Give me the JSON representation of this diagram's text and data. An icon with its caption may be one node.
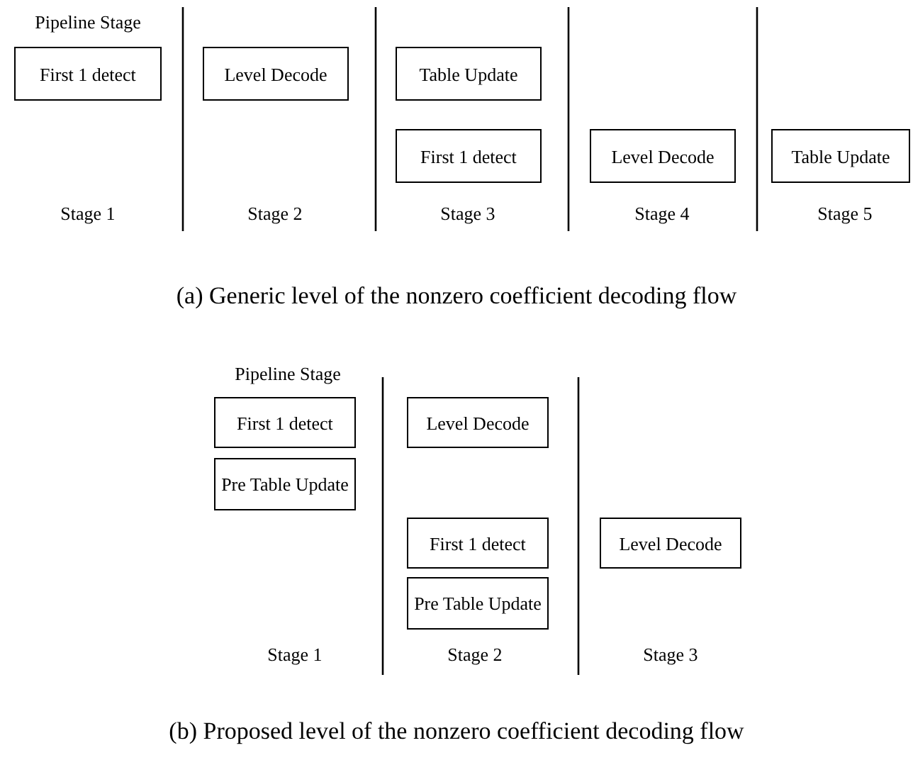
{
  "diagram": {
    "nodes": [
      {
        "text": [
          "First 1 detect"
        ]
      },
      {
        "text": [
          "Level Decode"
        ]
      },
      {
        "text": [
          "Table Update"
        ]
      },
      {
        "text": [
          "First 1 detect"
        ]
      },
      {
        "text": [
          "Level Decode"
        ]
      },
      {
        "text": [
          "Table Update"
        ]
      },
      {
        "text": [
          "First 1 detect"
        ]
      },
      {
        "text": [
          "Level Decode"
        ]
      },
      {
        "text": [
          "Pre Table Update"
        ]
      },
      {
        "text": [
          "First 1 detect"
        ]
      },
      {
        "text": [
          "Level Decode"
        ]
      },
      {
        "text": [
          "Pre Table Update"
        ]
      }
    ],
    "edges": [],
    "labels": [
      "Pipeline Stage",
      "Stage 1",
      "Stage 2",
      "Stage 3",
      "Stage 4",
      "Stage 5",
      "(a) Generic level of the nonzero coefficient decoding flow",
      "Pipeline Stage",
      "Stage 1",
      "Stage 2",
      "Stage 3",
      "(b) Proposed level of the nonzero coefficient decoding flow"
    ]
  }
}
